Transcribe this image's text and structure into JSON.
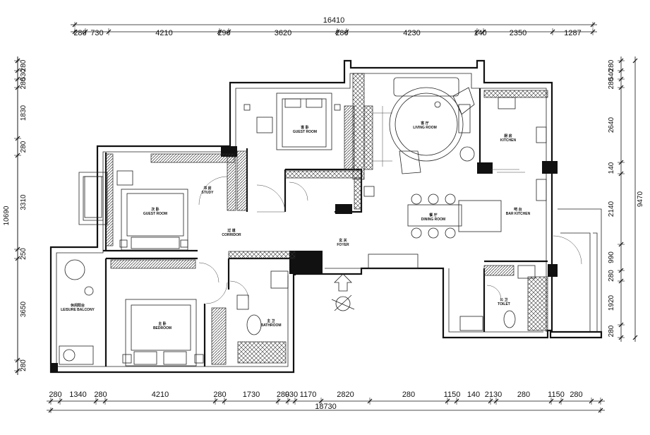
{
  "dimensions": {
    "top_total": "16410",
    "top": [
      "280",
      "730",
      "4210",
      "290",
      "3620",
      "280",
      "4230",
      "140",
      "2350",
      "1287"
    ],
    "bottom_total": "18730",
    "bottom": [
      "280",
      "1340",
      "280",
      "4210",
      "280",
      "1730",
      "280",
      "930",
      "1170",
      "2820",
      "280",
      "1150",
      "140",
      "2130",
      "280",
      "1150",
      "280"
    ],
    "left_total": "10690",
    "left": [
      "280",
      "530",
      "280",
      "1830",
      "280",
      "3310",
      "250",
      "3650",
      "280"
    ],
    "right_total": "9470",
    "right": [
      "280",
      "540",
      "280",
      "2640",
      "140",
      "2140",
      "990",
      "280",
      "1920",
      "280"
    ]
  },
  "rooms": {
    "living": {
      "cn": "客 厅",
      "en": "LIVING ROOM"
    },
    "guest_room_top": {
      "cn": "客 卧",
      "en": "GUEST ROOM"
    },
    "study": {
      "cn": "书 房",
      "en": "STUDY"
    },
    "guest_room_left": {
      "cn": "次 卧",
      "en": "GUEST ROOM"
    },
    "corridor": {
      "cn": "过 道",
      "en": "CORRIDOR"
    },
    "foyer": {
      "cn": "玄 关",
      "en": "FOYER"
    },
    "kitchen": {
      "cn": "厨 房",
      "en": "KITCHEN"
    },
    "dining": {
      "cn": "餐 厅",
      "en": "DINING ROOM"
    },
    "bar": {
      "cn": "吧 台",
      "en": "BAR KITCHEN"
    },
    "bedroom": {
      "cn": "主 卧",
      "en": "BEDROOM"
    },
    "bathroom": {
      "cn": "主 卫",
      "en": "BATHROOM"
    },
    "leisure": {
      "cn": "休闲阳台",
      "en": "LEISURE BALCONY"
    },
    "toilet": {
      "cn": "公 卫",
      "en": "TOILET"
    }
  }
}
